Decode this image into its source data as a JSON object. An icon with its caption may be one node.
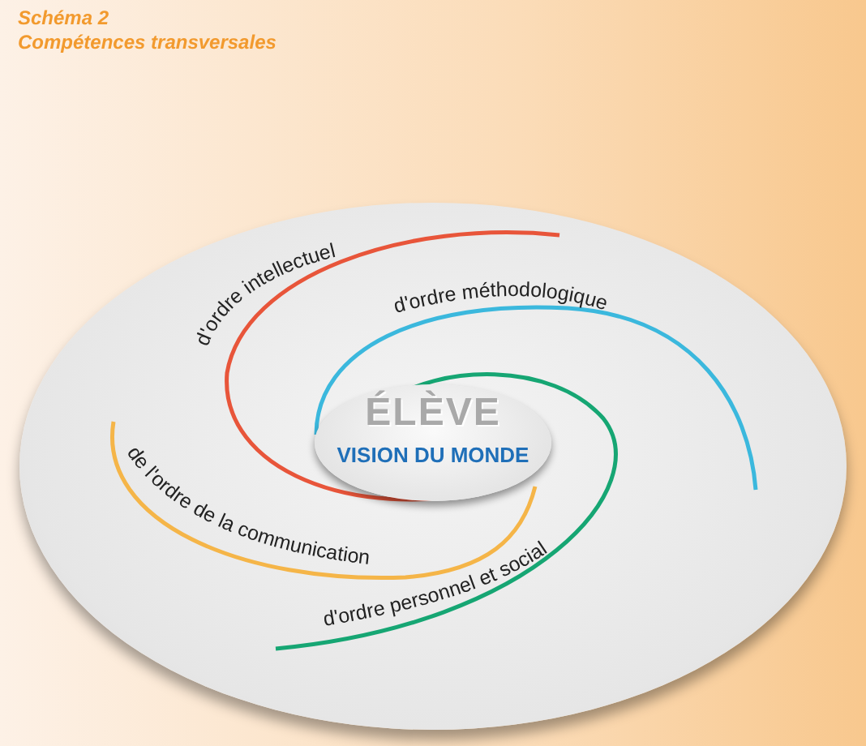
{
  "diagram": {
    "title": "Schéma 2",
    "caption": "Compétences transversales",
    "nodes": [
      {
        "text": [],
        "shape": "ellipse"
      },
      {
        "text": [
          "ÉLÈVE",
          "VISION DU MONDE"
        ],
        "in": 0
      }
    ],
    "labels": [
      "d'ordre intellectuel",
      "d'ordre méthodologique",
      "de l'ordre de la communication",
      "d'ordre personnel et social"
    ]
  }
}
